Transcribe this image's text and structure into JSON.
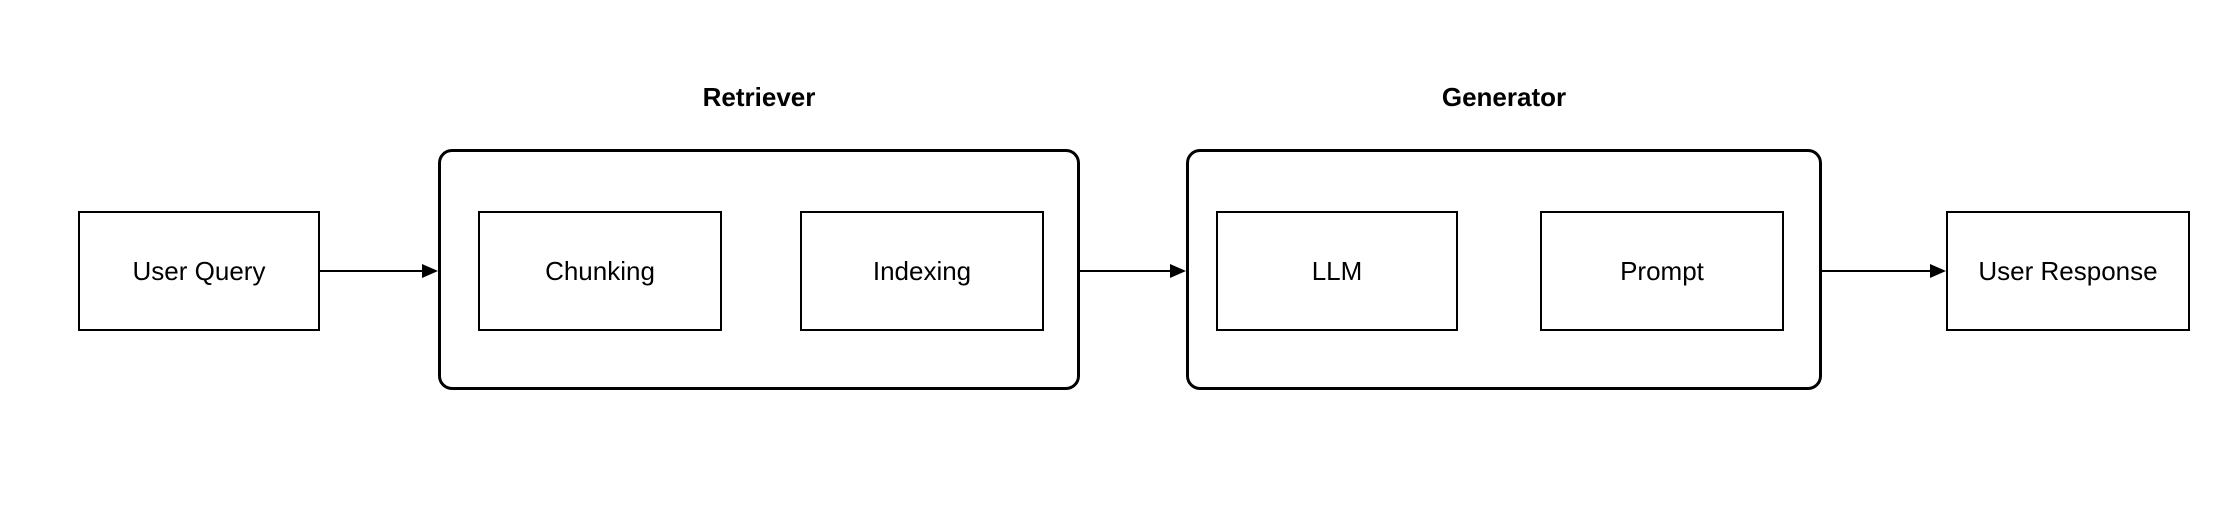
{
  "diagram": {
    "background_color": "#ffffff",
    "stroke_color": "#000000",
    "nodes": {
      "user_query": {
        "label": "User Query"
      },
      "chunking": {
        "label": "Chunking"
      },
      "indexing": {
        "label": "Indexing"
      },
      "llm": {
        "label": "LLM"
      },
      "prompt": {
        "label": "Prompt"
      },
      "user_response": {
        "label": "User Response"
      }
    },
    "groups": {
      "retriever": {
        "label": "Retriever",
        "children": [
          "Chunking",
          "Indexing"
        ]
      },
      "generator": {
        "label": "Generator",
        "children": [
          "LLM",
          "Prompt"
        ]
      }
    },
    "edges": [
      {
        "from": "user_query",
        "to": "retriever"
      },
      {
        "from": "retriever",
        "to": "generator"
      },
      {
        "from": "generator",
        "to": "user_response"
      }
    ]
  }
}
